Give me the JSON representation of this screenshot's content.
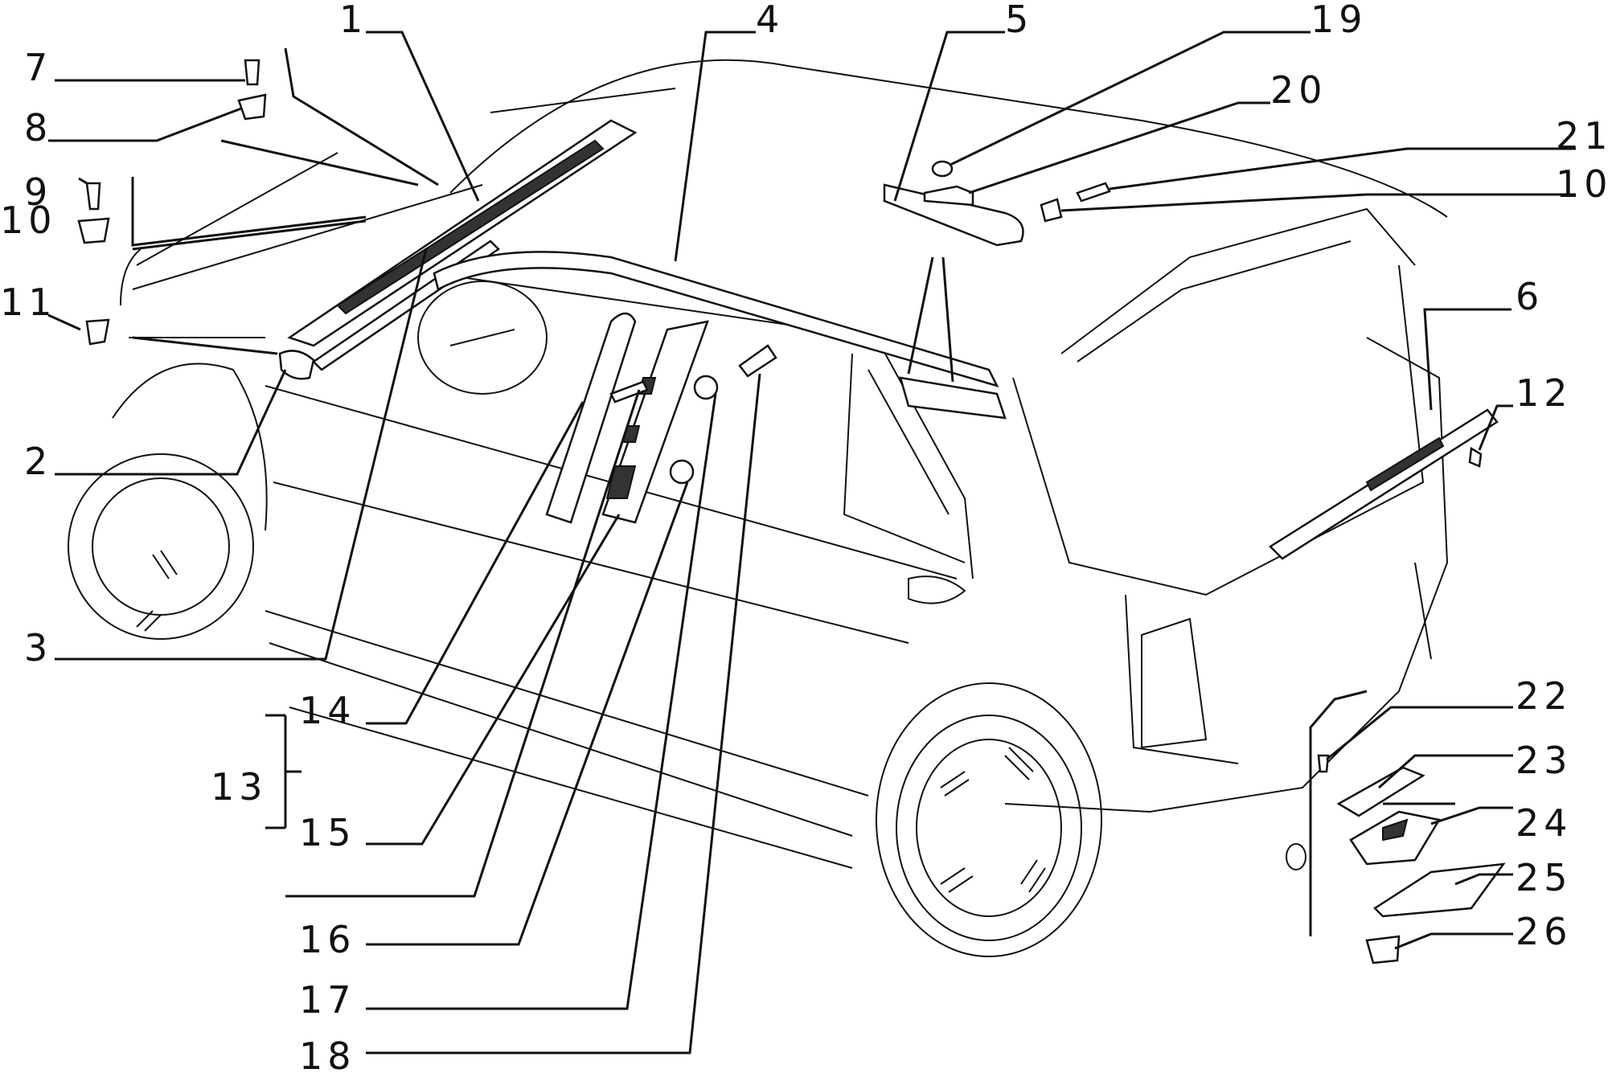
{
  "callouts": [
    {
      "id": "c1",
      "label": "1"
    },
    {
      "id": "c2",
      "label": "2"
    },
    {
      "id": "c3",
      "label": "3"
    },
    {
      "id": "c4",
      "label": "4"
    },
    {
      "id": "c5",
      "label": "5"
    },
    {
      "id": "c6",
      "label": "6"
    },
    {
      "id": "c7",
      "label": "7"
    },
    {
      "id": "c8",
      "label": "8"
    },
    {
      "id": "c9",
      "label": "9"
    },
    {
      "id": "c10a",
      "label": "10"
    },
    {
      "id": "c10b",
      "label": "10"
    },
    {
      "id": "c11",
      "label": "11"
    },
    {
      "id": "c12",
      "label": "12"
    },
    {
      "id": "c13",
      "label": "13"
    },
    {
      "id": "c14",
      "label": "14"
    },
    {
      "id": "c15",
      "label": "15"
    },
    {
      "id": "c16",
      "label": "16"
    },
    {
      "id": "c17",
      "label": "17"
    },
    {
      "id": "c18",
      "label": "18"
    },
    {
      "id": "c19",
      "label": "19"
    },
    {
      "id": "c20",
      "label": "20"
    },
    {
      "id": "c21",
      "label": "21"
    },
    {
      "id": "c22",
      "label": "22"
    },
    {
      "id": "c23",
      "label": "23"
    },
    {
      "id": "c24",
      "label": "24"
    },
    {
      "id": "c25",
      "label": "25"
    },
    {
      "id": "c26",
      "label": "26"
    }
  ]
}
